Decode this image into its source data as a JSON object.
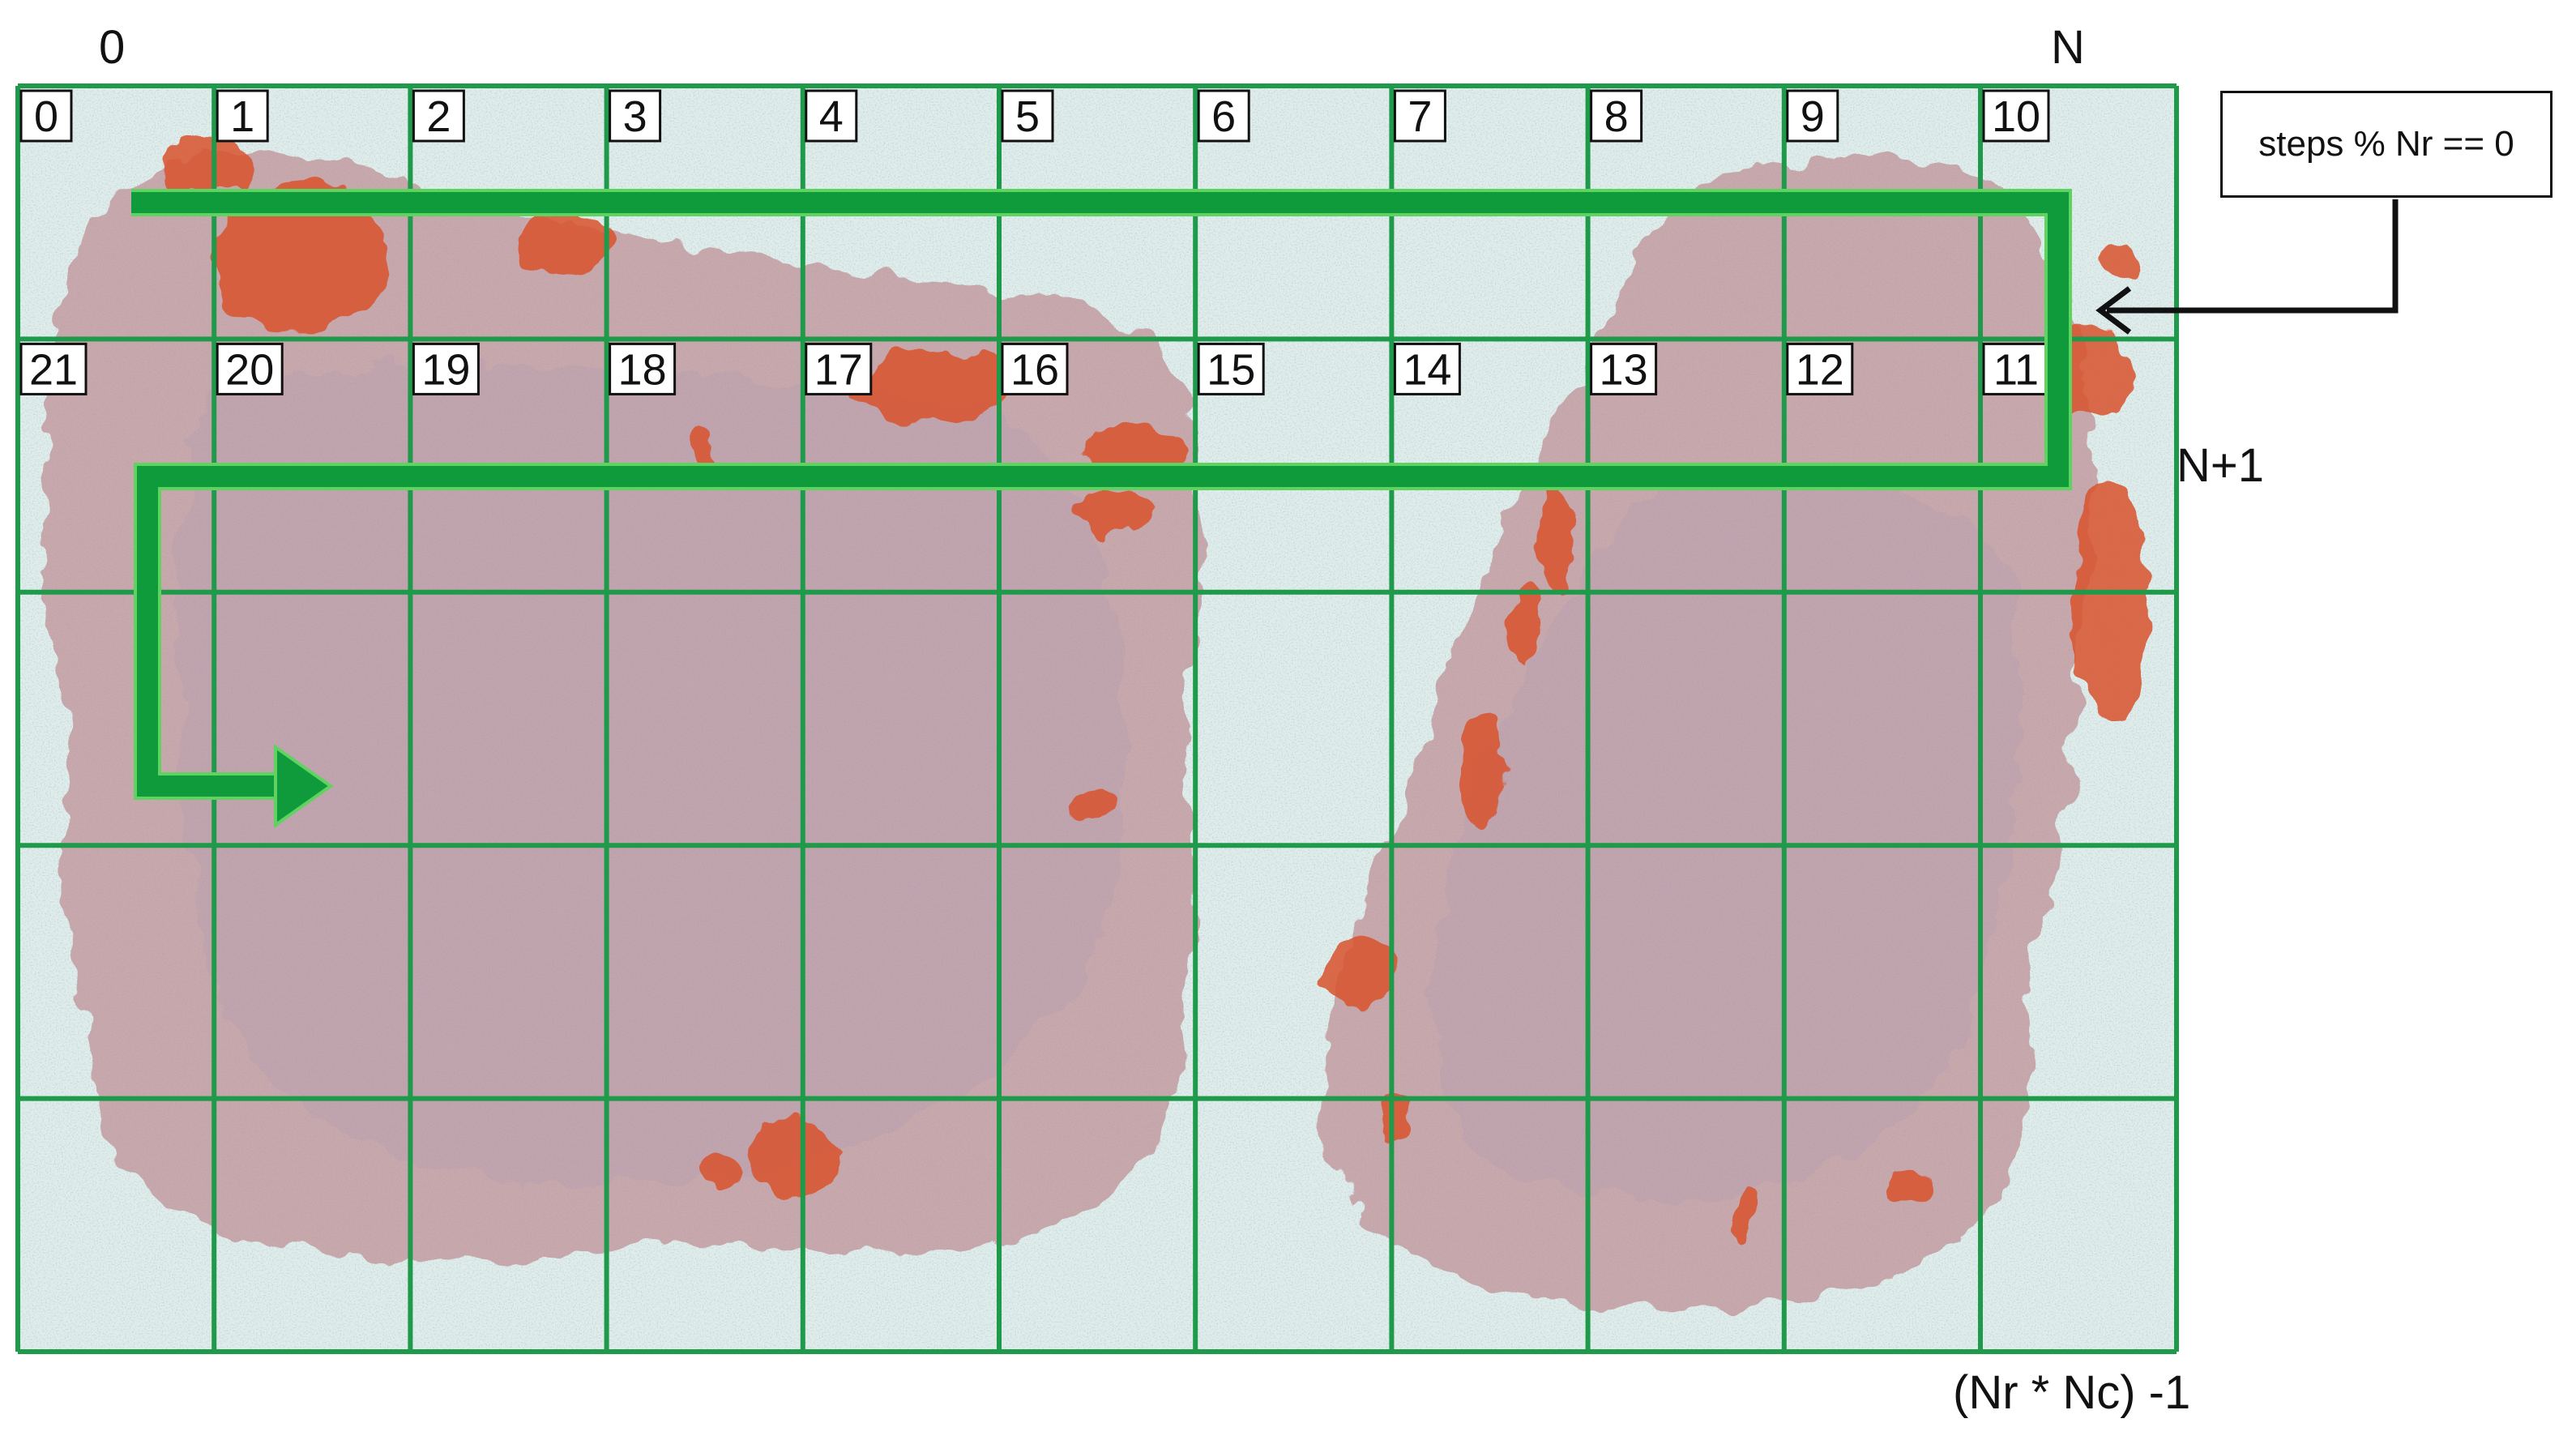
{
  "diagram": {
    "column_start_label": "0",
    "column_end_label": "N",
    "row_two_label": "N+1",
    "last_tile_label": "(Nr * Nc) -1",
    "condition_label": "steps % Nr == 0",
    "row_one_tiles": [
      "0",
      "1",
      "2",
      "3",
      "4",
      "5",
      "6",
      "7",
      "8",
      "9",
      "10"
    ],
    "row_two_tiles": [
      "21",
      "20",
      "19",
      "18",
      "17",
      "16",
      "15",
      "14",
      "13",
      "12",
      "11"
    ],
    "grid": {
      "columns": 11,
      "rows": 5
    },
    "colors": {
      "grid_line": "#1e9a4a",
      "path_arrow": "#0f9a3c",
      "path_arrow_edge": "#5fd35f",
      "slide_background": "#dfeeea",
      "tissue": "#c8a8aa",
      "tissue_stain_red": "#d9532e",
      "tissue_stain_blue": "#6b6fa6"
    },
    "icons": [
      "serpentine-path-arrow",
      "condition-pointer-arrow"
    ]
  }
}
